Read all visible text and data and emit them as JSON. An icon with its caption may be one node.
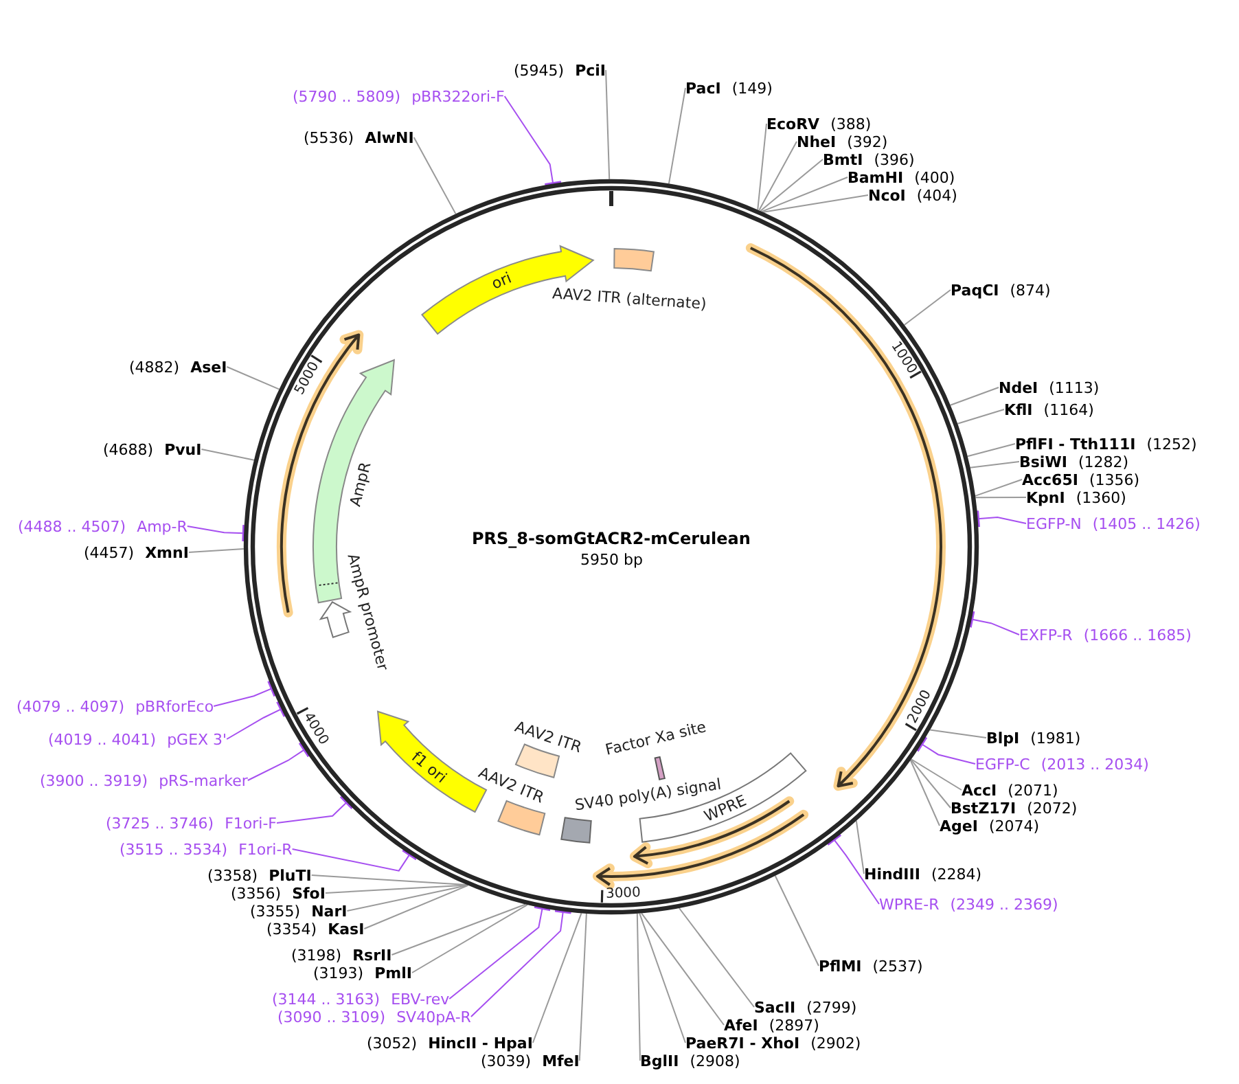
{
  "diagram": {
    "nodes": [
      {
        "text": [
          "PRS_8-somGtACR2-mCerulean",
          "5950 bp"
        ]
      },
      {
        "text": [
          "ori"
        ],
        "in": 0
      },
      {
        "text": [
          "AAV2 ITR (alternate)"
        ],
        "in": 0
      },
      {
        "text": [
          "WPRE"
        ],
        "in": 0
      },
      {
        "text": [
          "Factor Xa site"
        ],
        "in": 0
      },
      {
        "text": [
          "SV40 poly(A) signal"
        ],
        "in": 0
      },
      {
        "text": [
          "AAV2 ITR"
        ],
        "in": 0
      },
      {
        "text": [
          "AAV2 ITR"
        ],
        "in": 0
      },
      {
        "text": [
          "f1 ori"
        ],
        "in": 0
      },
      {
        "text": [
          "AmpR promoter"
        ],
        "in": 0
      },
      {
        "text": [
          "AmpR"
        ],
        "in": 0
      },
      {
        "text": [
          "(5945)",
          "PciI"
        ]
      },
      {
        "text": [
          "PacI",
          "(149)"
        ]
      },
      {
        "text": [
          "EcoRV",
          "(388)"
        ]
      },
      {
        "text": [
          "NheI",
          "(392)"
        ]
      },
      {
        "text": [
          "BmtI",
          "(396)"
        ]
      },
      {
        "text": [
          "BamHI",
          "(400)"
        ]
      },
      {
        "text": [
          "NcoI",
          "(404)"
        ]
      },
      {
        "text": [
          "PaqCI",
          "(874)"
        ]
      },
      {
        "text": [
          "NdeI",
          "(1113)"
        ]
      },
      {
        "text": [
          "KflI",
          "(1164)"
        ]
      },
      {
        "text": [
          "PflFI - Tth111I",
          "(1252)"
        ]
      },
      {
        "text": [
          "BsiWI",
          "(1282)"
        ]
      },
      {
        "text": [
          "Acc65I",
          "(1356)"
        ]
      },
      {
        "text": [
          "KpnI",
          "(1360)"
        ]
      },
      {
        "text": [
          "EGFP-N",
          "(1405 .. 1426)"
        ]
      },
      {
        "text": [
          "EXFP-R",
          "(1666 .. 1685)"
        ]
      },
      {
        "text": [
          "BlpI",
          "(1981)"
        ]
      },
      {
        "text": [
          "EGFP-C",
          "(2013 .. 2034)"
        ]
      },
      {
        "text": [
          "AccI",
          "(2071)"
        ]
      },
      {
        "text": [
          "BstZ17I",
          "(2072)"
        ]
      },
      {
        "text": [
          "AgeI",
          "(2074)"
        ]
      },
      {
        "text": [
          "HindIII",
          "(2284)"
        ]
      },
      {
        "text": [
          "WPRE-R",
          "(2349 .. 2369)"
        ]
      },
      {
        "text": [
          "PflMI",
          "(2537)"
        ]
      },
      {
        "text": [
          "SacII",
          "(2799)"
        ]
      },
      {
        "text": [
          "AfeI",
          "(2897)"
        ]
      },
      {
        "text": [
          "PaeR7I - XhoI",
          "(2902)"
        ]
      },
      {
        "text": [
          "BglII",
          "(2908)"
        ]
      },
      {
        "text": [
          "(3039)",
          "MfeI"
        ]
      },
      {
        "text": [
          "(3052)",
          "HincII - HpaI"
        ]
      },
      {
        "text": [
          "(3090 .. 3109)",
          "SV40pA-R"
        ]
      },
      {
        "text": [
          "(3144 .. 3163)",
          "EBV-rev"
        ]
      },
      {
        "text": [
          "(3193)",
          "PmlI"
        ]
      },
      {
        "text": [
          "(3198)",
          "RsrII"
        ]
      },
      {
        "text": [
          "(3354)",
          "KasI"
        ]
      },
      {
        "text": [
          "(3355)",
          "NarI"
        ]
      },
      {
        "text": [
          "(3356)",
          "SfoI"
        ]
      },
      {
        "text": [
          "(3358)",
          "PluTI"
        ]
      },
      {
        "text": [
          "(3515 .. 3534)",
          "F1ori-R"
        ]
      },
      {
        "text": [
          "(3725 .. 3746)",
          "F1ori-F"
        ]
      },
      {
        "text": [
          "(3900 .. 3919)",
          "pRS-marker"
        ]
      },
      {
        "text": [
          "(4019 .. 4041)",
          "pGEX 3'"
        ]
      },
      {
        "text": [
          "(4079 .. 4097)",
          "pBRforEco"
        ]
      },
      {
        "text": [
          "(4457)",
          "XmnI"
        ]
      },
      {
        "text": [
          "(4488 .. 4507)",
          "Amp-R"
        ]
      },
      {
        "text": [
          "(4688)",
          "PvuI"
        ]
      },
      {
        "text": [
          "(4882)",
          "AseI"
        ]
      },
      {
        "text": [
          "(5536)",
          "AlwNI"
        ]
      },
      {
        "text": [
          "(5790 .. 5809)",
          "pBR322ori-F"
        ]
      }
    ],
    "edges": [
      {
        "from": 11,
        "to": 0,
        "arrow": "none"
      },
      {
        "from": 12,
        "to": 0,
        "arrow": "none"
      },
      {
        "from": 13,
        "to": 0,
        "arrow": "none"
      },
      {
        "from": 14,
        "to": 0,
        "arrow": "none"
      },
      {
        "from": 15,
        "to": 0,
        "arrow": "none"
      },
      {
        "from": 16,
        "to": 0,
        "arrow": "none"
      },
      {
        "from": 17,
        "to": 0,
        "arrow": "none"
      },
      {
        "from": 18,
        "to": 0,
        "arrow": "none"
      },
      {
        "from": 19,
        "to": 0,
        "arrow": "none"
      },
      {
        "from": 20,
        "to": 0,
        "arrow": "none"
      },
      {
        "from": 21,
        "to": 0,
        "arrow": "none"
      },
      {
        "from": 22,
        "to": 0,
        "arrow": "none"
      },
      {
        "from": 23,
        "to": 0,
        "arrow": "none"
      },
      {
        "from": 24,
        "to": 0,
        "arrow": "none"
      },
      {
        "from": 25,
        "to": 0,
        "arrow": "other",
        "color": "#a64ff0"
      },
      {
        "from": 26,
        "to": 0,
        "arrow": "other",
        "color": "#a64ff0"
      },
      {
        "from": 27,
        "to": 0,
        "arrow": "none"
      },
      {
        "from": 28,
        "to": 0,
        "arrow": "other",
        "color": "#a64ff0"
      },
      {
        "from": 29,
        "to": 0,
        "arrow": "none"
      },
      {
        "from": 30,
        "to": 0,
        "arrow": "none"
      },
      {
        "from": 31,
        "to": 0,
        "arrow": "none"
      },
      {
        "from": 32,
        "to": 0,
        "arrow": "none"
      },
      {
        "from": 33,
        "to": 0,
        "arrow": "other",
        "color": "#a64ff0"
      },
      {
        "from": 34,
        "to": 0,
        "arrow": "none"
      },
      {
        "from": 35,
        "to": 0,
        "arrow": "none"
      },
      {
        "from": 36,
        "to": 0,
        "arrow": "none"
      },
      {
        "from": 37,
        "to": 0,
        "arrow": "none"
      },
      {
        "from": 38,
        "to": 0,
        "arrow": "none"
      },
      {
        "from": 39,
        "to": 0,
        "arrow": "none"
      },
      {
        "from": 40,
        "to": 0,
        "arrow": "none"
      },
      {
        "from": 41,
        "to": 0,
        "arrow": "other",
        "color": "#a64ff0"
      },
      {
        "from": 42,
        "to": 0,
        "arrow": "other",
        "color": "#a64ff0"
      },
      {
        "from": 43,
        "to": 0,
        "arrow": "none"
      },
      {
        "from": 44,
        "to": 0,
        "arrow": "none"
      },
      {
        "from": 45,
        "to": 0,
        "arrow": "none"
      },
      {
        "from": 46,
        "to": 0,
        "arrow": "none"
      },
      {
        "from": 47,
        "to": 0,
        "arrow": "none"
      },
      {
        "from": 48,
        "to": 0,
        "arrow": "none"
      },
      {
        "from": 49,
        "to": 0,
        "arrow": "other",
        "color": "#a64ff0"
      },
      {
        "from": 50,
        "to": 0,
        "arrow": "other",
        "color": "#a64ff0"
      },
      {
        "from": 51,
        "to": 0,
        "arrow": "other",
        "color": "#a64ff0"
      },
      {
        "from": 52,
        "to": 0,
        "arrow": "other",
        "color": "#a64ff0"
      },
      {
        "from": 53,
        "to": 0,
        "arrow": "other",
        "color": "#a64ff0"
      },
      {
        "from": 54,
        "to": 0,
        "arrow": "none"
      },
      {
        "from": 55,
        "to": 0,
        "arrow": "other",
        "color": "#a64ff0"
      },
      {
        "from": 56,
        "to": 0,
        "arrow": "none"
      },
      {
        "from": 57,
        "to": 0,
        "arrow": "none"
      },
      {
        "from": 58,
        "to": 0,
        "arrow": "none"
      },
      {
        "from": 59,
        "to": 0,
        "arrow": "other",
        "color": "#a64ff0"
      }
    ],
    "labels": [
      "1000",
      "2000",
      "3000",
      "4000",
      "5000"
    ]
  }
}
